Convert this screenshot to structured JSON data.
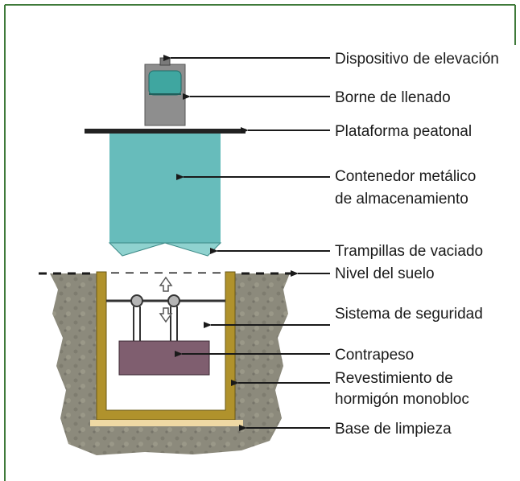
{
  "labels": {
    "lifting_device": "Dispositivo de elevación",
    "filling_terminal": "Borne de llenado",
    "walkway_platform": "Plataforma peatonal",
    "container_line1": "Contenedor metálico",
    "container_line2": "de almacenamiento",
    "emptying_hatches": "Trampillas de vaciado",
    "ground_level": "Nivel del suelo",
    "safety_system": "Sistema de seguridad",
    "counterweight": "Contrapeso",
    "lining_line1": "Revestimiento de",
    "lining_line2": "hormigón monobloc",
    "cleaning_base": "Base de limpieza"
  },
  "colors": {
    "frame_green": "#3f7a3a",
    "container_teal": "#67bcbb",
    "container_teal_light": "#8fd2cf",
    "device_grey": "#8e8e8e",
    "device_teal": "#3fa6a0",
    "platform_black": "#222222",
    "soil": "#8c8a7c",
    "concrete_lining": "#b0922c",
    "counterweight": "#7f5e6f",
    "base_slab": "#efd9a4",
    "arrow_black": "#1a1a1a"
  }
}
